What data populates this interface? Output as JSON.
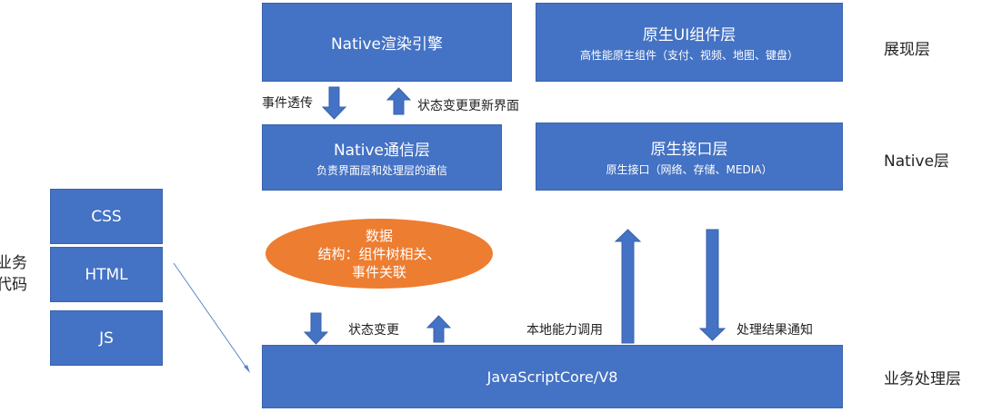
{
  "colors": {
    "box": "#4472c4",
    "ellipse": "#ed7d31"
  },
  "boxes": {
    "render_engine": {
      "title": "Native渲染引擎"
    },
    "ui_components": {
      "title": "原生UI组件层",
      "subtitle": "高性能原生组件（支付、视频、地图、键盘）"
    },
    "comm_layer": {
      "title": "Native通信层",
      "subtitle": "负责界面层和处理层的通信"
    },
    "native_api": {
      "title": "原生接口层",
      "subtitle": "原生接口（网络、存储、MEDIA）"
    },
    "js_core": {
      "title": "JavaScriptCore/V8"
    }
  },
  "code": {
    "label_line1": "业务",
    "label_line2": "代码",
    "css": "CSS",
    "html": "HTML",
    "js": "JS"
  },
  "ellipse": {
    "line1": "数据",
    "line2": "结构：组件树相关、",
    "line3": "事件关联"
  },
  "arrows": {
    "event_pass": "事件透传",
    "state_update_ui": "状态变更更新界面",
    "state_change": "状态变更",
    "local_call": "本地能力调用",
    "result_notify": "处理结果通知"
  },
  "layers": {
    "presentation": "展现层",
    "native": "Native层",
    "business": "业务处理层"
  }
}
